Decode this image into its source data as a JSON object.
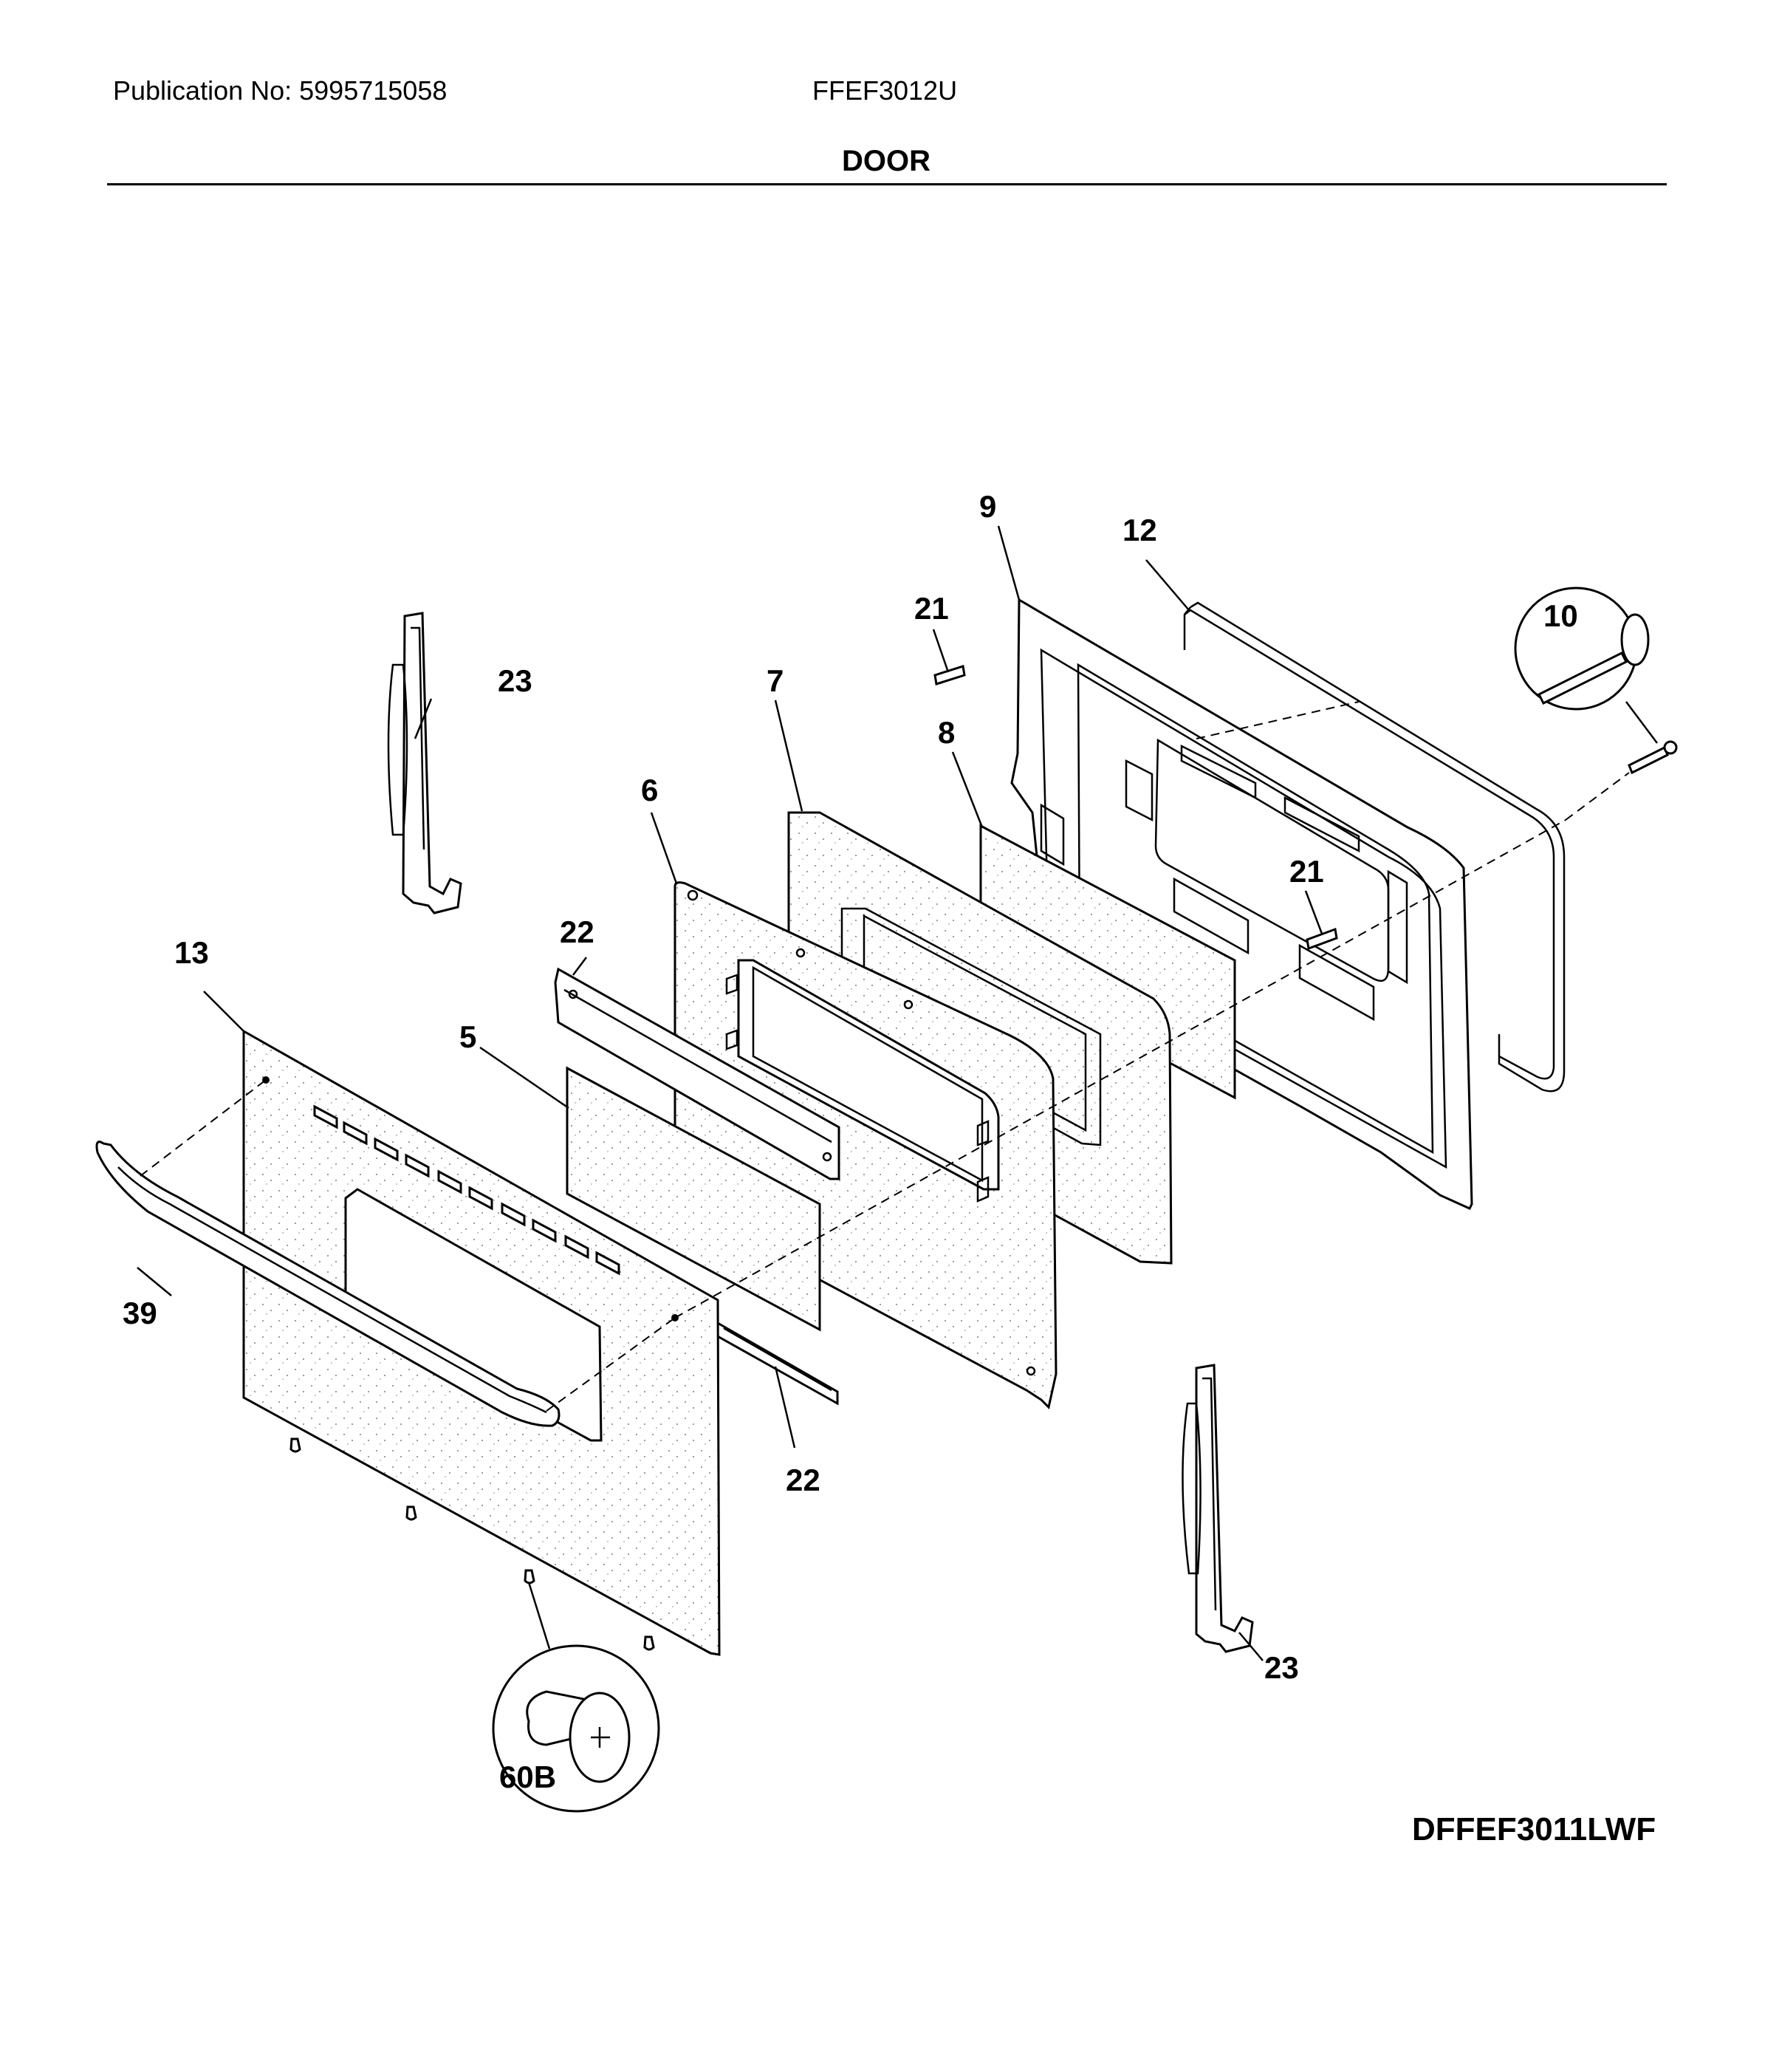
{
  "header": {
    "publication": "Publication No: 5995715058",
    "model": "FFEF3012U",
    "section_title": "DOOR"
  },
  "diagram_id": "DFFEF3011LWF",
  "callouts": {
    "c5": "5",
    "c6": "6",
    "c7": "7",
    "c8": "8",
    "c9": "9",
    "c10": "10",
    "c12": "12",
    "c13": "13",
    "c21a": "21",
    "c21b": "21",
    "c22a": "22",
    "c22b": "22",
    "c23a": "23",
    "c23b": "23",
    "c39": "39",
    "c60b": "60B"
  }
}
